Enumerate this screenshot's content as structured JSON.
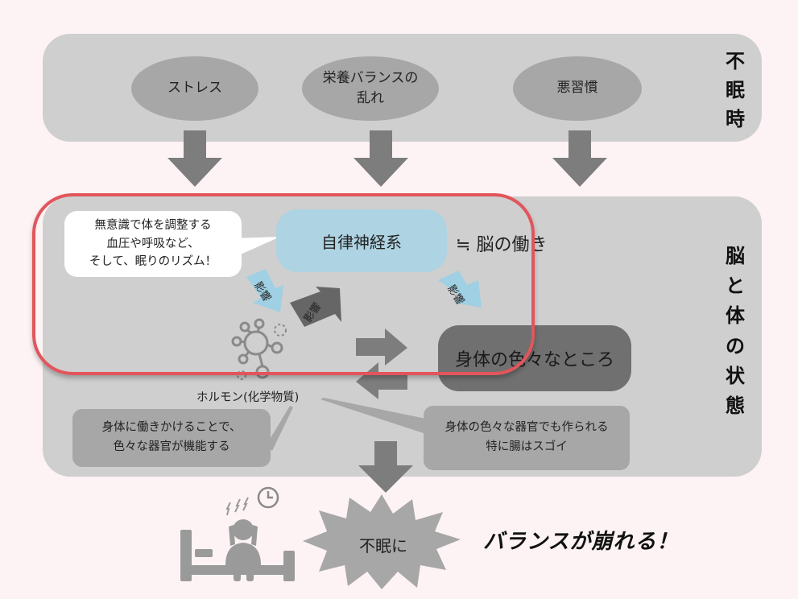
{
  "colors": {
    "background": "#fdf3f4",
    "panel": "#cfcfcf",
    "oval": "#a7a7a7",
    "arrow": "#7d7d7d",
    "autonomic_box": "#aed3e2",
    "body_box": "#707070",
    "highlight_frame": "#e2555c",
    "light_arrow": "#9fd0e3"
  },
  "top_panel": {
    "title": [
      "不",
      "眠",
      "時"
    ],
    "causes": [
      "ストレス",
      "栄養バランスの\n乱れ",
      "悪習慣"
    ]
  },
  "main_panel": {
    "title": [
      "脳",
      "と",
      "体",
      "の",
      "状",
      "態"
    ],
    "autonomic_label": "自律神経系",
    "brain_label": "≒ 脳の働き",
    "bubble_text": "無意識で体を調整する\n血圧や呼吸など、\nそして、眠りのリズム！",
    "influence_label": "影響",
    "body_parts_label": "身体の色々なところ",
    "hormone_label": "ホルモン(化学物質)",
    "note_left": "身体に働きかけることで、\n色々な器官が機能する",
    "note_right": "身体の色々な器官でも作られる\n特に腸はスゴイ"
  },
  "bottom": {
    "insomnia_label": "不眠に",
    "caption": "バランスが崩れる！"
  },
  "icons": [
    "down-arrow-icon",
    "molecule-icon",
    "sleepless-person-icon",
    "clock-icon",
    "burst-shape-icon",
    "exchange-arrows-icon"
  ]
}
